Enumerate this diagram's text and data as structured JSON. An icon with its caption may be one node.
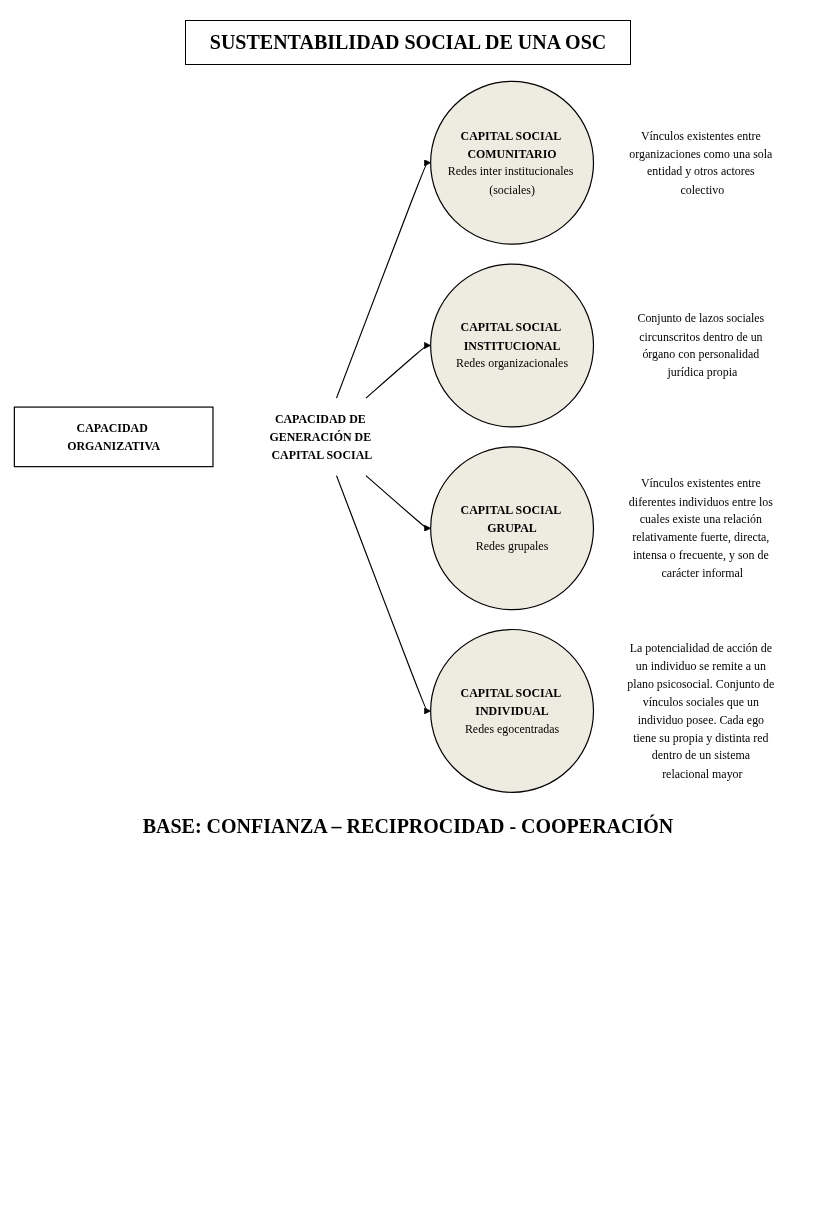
{
  "diagram": {
    "title": "SUSTENTABILIDAD SOCIAL DE UNA OSC",
    "caption": "BASE: CONFIANZA – RECIPROCIDAD - COOPERACIÓN",
    "nodes": [
      {
        "text": [
          "CAPACIDAD ORGANIZATIVA"
        ]
      },
      {
        "text": [
          "CAPACIDAD DE GENERACIÓN DE CAPITAL SOCIAL"
        ]
      },
      {
        "text": [
          "CAPITAL SOCIAL COMUNITARIO",
          "Redes inter institucionales (sociales)"
        ],
        "beside": [
          "Vínculos existentes entre organizaciones como una sola entidad y otros actores colectivo"
        ]
      },
      {
        "text": [
          "CAPITAL SOCIAL INSTITUCIONAL",
          "Redes organizacionales"
        ],
        "beside": [
          "Conjunto de lazos sociales circunscritos dentro de un órgano con personalidad jurídica propia"
        ]
      },
      {
        "text": [
          "CAPITAL SOCIAL GRUPAL",
          "Redes grupales"
        ],
        "beside": [
          "Vínculos existentes entre diferentes individuos entre los cuales existe una relación relativamente fuerte, directa, intensa o frecuente, y son de carácter informal"
        ]
      },
      {
        "text": [
          "CAPITAL SOCIAL INDIVIDUAL",
          "Redes egocentradas"
        ],
        "beside": [
          "La potencialidad de acción de un individuo se remite a un plano psicosocial. Conjunto de vínculos sociales que un individuo posee. Cada ego tiene su propia y distinta red dentro de un sistema relacional mayor"
        ]
      }
    ],
    "edges": [
      {
        "from": 1,
        "to": 2,
        "arrow": "to"
      },
      {
        "from": 1,
        "to": 3,
        "arrow": "to"
      },
      {
        "from": 1,
        "to": 4,
        "arrow": "to"
      },
      {
        "from": 1,
        "to": 5,
        "arrow": "to"
      }
    ]
  }
}
